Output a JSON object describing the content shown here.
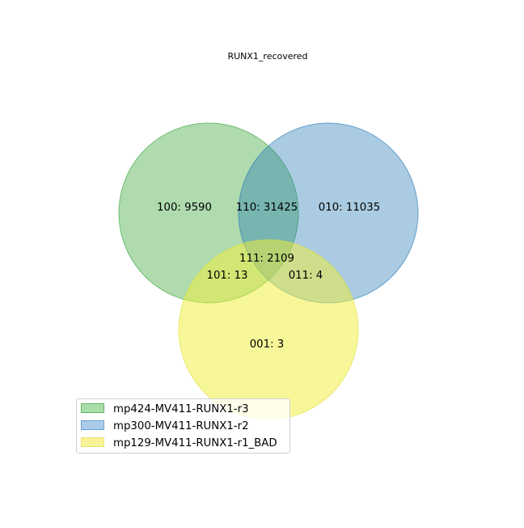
{
  "title": "RUNX1_recovered",
  "sets": [
    {
      "name": "mp424-MV411-RUNX1-r3",
      "color": "#2ca02c",
      "legend_fill": "#acdeac",
      "legend_edge": "#5fb55f"
    },
    {
      "name": "mp300-MV411-RUNX1-r2",
      "color": "#1f77b4",
      "legend_fill": "#abcbea",
      "legend_edge": "#6aa0cf"
    },
    {
      "name": "mp129-MV411-RUNX1-r1_BAD",
      "color": "#ecec3a",
      "legend_fill": "#f8f398",
      "legend_edge": "#e9e26a"
    }
  ],
  "regions": [
    {
      "id": "100",
      "label": "100: 9590",
      "count": 9590
    },
    {
      "id": "110",
      "label": "110: 31425",
      "count": 31425
    },
    {
      "id": "010",
      "label": "010: 11035",
      "count": 11035
    },
    {
      "id": "111",
      "label": "111: 2109",
      "count": 2109
    },
    {
      "id": "101",
      "label": "101: 13",
      "count": 13
    },
    {
      "id": "011",
      "label": "011: 4",
      "count": 4
    },
    {
      "id": "001",
      "label": "001: 3",
      "count": 3
    }
  ]
}
